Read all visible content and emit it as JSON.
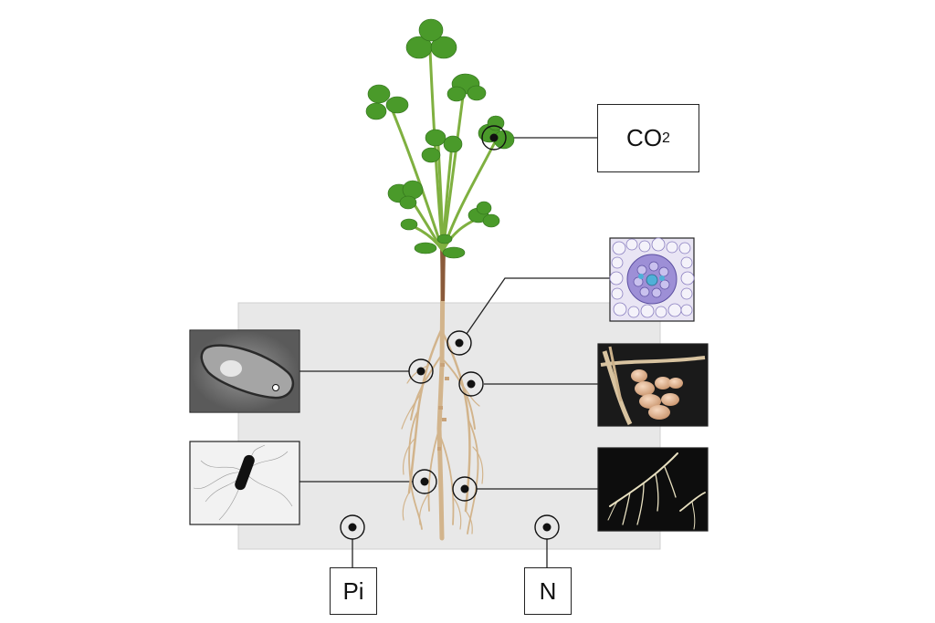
{
  "labels": {
    "co2_main": "CO",
    "co2_sub": "2",
    "pi": "Pi",
    "n": "N"
  },
  "colors": {
    "soil": "#e8e8e8",
    "leaf": "#4a9a2a",
    "leaf_dark": "#2f6e1a",
    "stem": "#7fb040",
    "root": "#d2b48c",
    "stem_base": "#8a5a3a",
    "marker": "#111111"
  },
  "images": [
    "bacterium-cell-micrograph",
    "flagellated-bacterium-micrograph",
    "root-cross-section-micrograph",
    "root-nodules-photo",
    "root-hairs-photo"
  ]
}
